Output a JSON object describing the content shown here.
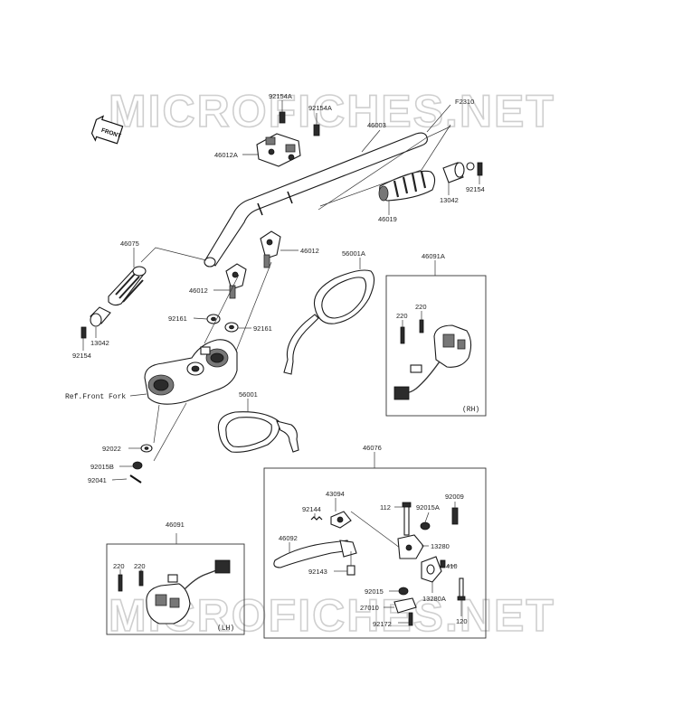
{
  "watermark": {
    "text": "MICROFICHES.NET"
  },
  "diagram_code": "F2310",
  "front_badge": "FRONT",
  "labels": {
    "p92154A_a": "92154A",
    "p92154A_b": "92154A",
    "p46003": "46003",
    "p46012A": "46012A",
    "p13042_r": "13042",
    "p92154_r": "92154",
    "p46019": "46019",
    "p46075": "46075",
    "p46012_r": "46012",
    "p46012_l": "46012",
    "p56001A": "56001A",
    "p46091A": "46091A",
    "p220_ra": "220",
    "p220_rb": "220",
    "rh": "(RH)",
    "p92161_l": "92161",
    "p92161_r": "92161",
    "p13042_l": "13042",
    "p92154_l": "92154",
    "ref_front_fork": "Ref.Front Fork",
    "p56001": "56001",
    "p92022": "92022",
    "p92015B": "92015B",
    "p92041": "92041",
    "p46076": "46076",
    "p43094": "43094",
    "p112": "112",
    "p92015A": "92015A",
    "p92009": "92009",
    "p92144": "92144",
    "p46092": "46092",
    "p13280": "13280",
    "p92143": "92143",
    "p410": "410",
    "p92015": "92015",
    "p13280A": "13280A",
    "p27010": "27010",
    "p120": "120",
    "p92172": "92172",
    "p46091": "46091",
    "p220_la": "220",
    "p220_lb": "220",
    "lh": "(LH)"
  }
}
